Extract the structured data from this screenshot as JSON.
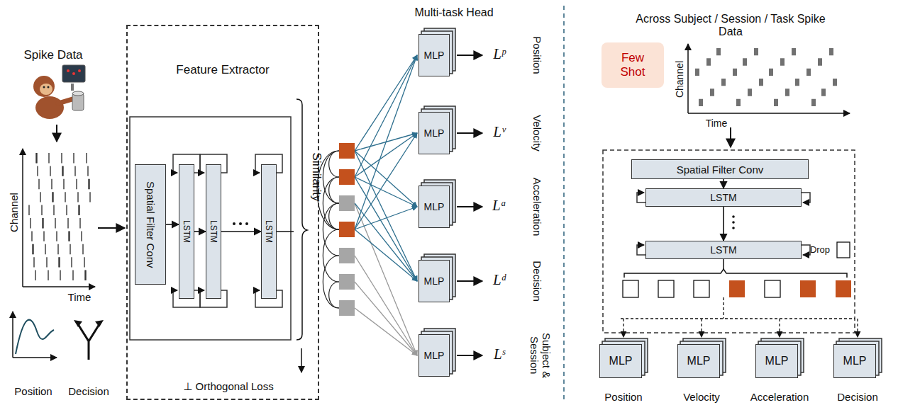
{
  "diagram": {
    "nodes": [
      {
        "text": [
          "Feature Extractor"
        ]
      },
      {
        "text": [
          "Spatial Filter Conv"
        ],
        "in": 0
      },
      {
        "text": [
          "LSTM"
        ],
        "in": 0
      },
      {
        "text": [
          "LSTM"
        ],
        "in": 0
      },
      {
        "text": [
          "LSTM"
        ],
        "in": 0
      },
      {
        "text": [
          "MLP"
        ]
      },
      {
        "text": [
          "MLP"
        ]
      },
      {
        "text": [
          "MLP"
        ]
      },
      {
        "text": [
          "MLP"
        ]
      },
      {
        "text": [
          "MLP"
        ]
      },
      {
        "text": [
          "Few Shot"
        ]
      },
      {
        "text": [
          "Spatial Filter Conv"
        ]
      },
      {
        "text": [
          "LSTM"
        ]
      },
      {
        "text": [
          "LSTM"
        ]
      },
      {
        "text": [
          "MLP"
        ]
      },
      {
        "text": [
          "MLP"
        ]
      },
      {
        "text": [
          "MLP"
        ]
      },
      {
        "text": [
          "MLP"
        ]
      }
    ],
    "edges": [
      {
        "from": 1,
        "to": 2,
        "arrow": "to"
      },
      {
        "from": 2,
        "to": 3,
        "arrow": "to"
      },
      {
        "from": 3,
        "to": 4,
        "arrow": "to"
      },
      {
        "from": 11,
        "to": 12,
        "arrow": "to"
      },
      {
        "from": 12,
        "to": 13,
        "arrow": "to"
      }
    ],
    "labels": [
      "Spike Data",
      "Channel",
      "Time",
      "Position",
      "Decision",
      "Similarity",
      "⊥ Orthogonal Loss",
      "Multi-task Head",
      "Lᵖ",
      "Lᵛ",
      "Lᵃ",
      "Lᵈ",
      "Lˢ",
      "Position",
      "Velocity",
      "Acceleration",
      "Decision",
      "Subject & Session",
      "Across Subject / Session / Task Spike Data",
      "Channel",
      "Time",
      "Drop",
      "Position",
      "Velocity",
      "Acceleration",
      "Decision"
    ]
  }
}
